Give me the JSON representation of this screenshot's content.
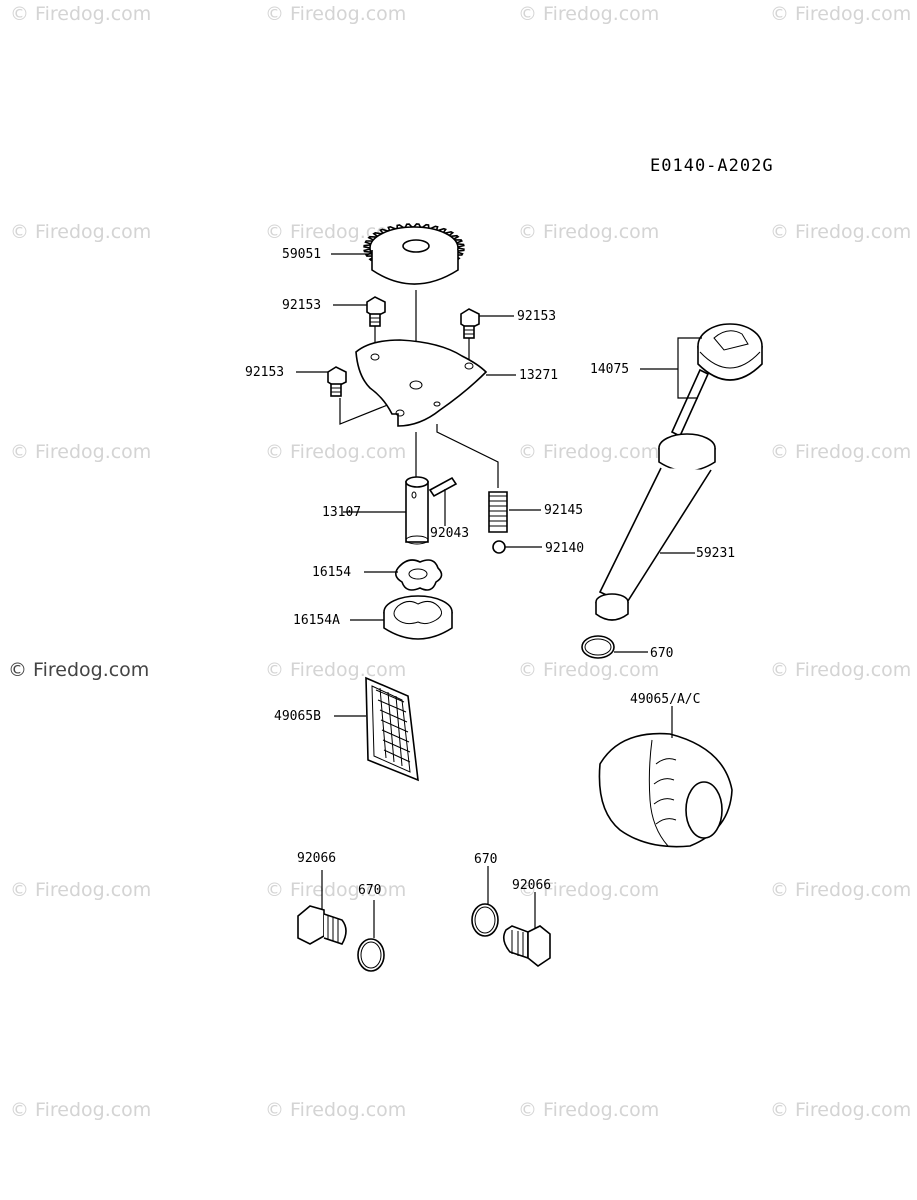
{
  "diagram_code": "E0140-A202G",
  "watermark": "© Firedog.com",
  "parts": {
    "p59051": "59051",
    "p92153_a": "92153",
    "p92153_b": "92153",
    "p92153_c": "92153",
    "p13271": "13271",
    "p14075": "14075",
    "p13107": "13107",
    "p92043": "92043",
    "p92145": "92145",
    "p92140": "92140",
    "p59231": "59231",
    "p16154": "16154",
    "p16154A": "16154A",
    "p670_a": "670",
    "p49065B": "49065B",
    "p49065AC": "49065/A/C",
    "p92066_a": "92066",
    "p670_b": "670",
    "p670_c": "670",
    "p92066_b": "92066"
  }
}
